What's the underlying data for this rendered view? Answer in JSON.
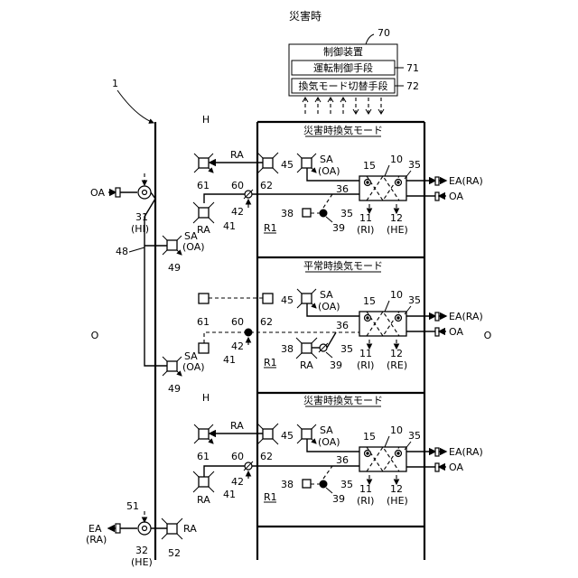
{
  "title": "災害時",
  "control": {
    "ref": "70",
    "name": "制御装置",
    "sub1": "運転制御手段",
    "sub1_ref": "71",
    "sub2": "換気モード切替手段",
    "sub2_ref": "72"
  },
  "building_ref": "1",
  "zone_h": "H",
  "zone_o": "O",
  "room": "R1",
  "mode_disaster": "災害時換気モード",
  "mode_normal": "平常時換気モード",
  "t": {
    "oa": "OA",
    "sa": "SA",
    "sa_oa": "(OA)",
    "ra": "RA",
    "ea_ra": "EA(RA)",
    "ea": "EA",
    "p_ra": "(RA)",
    "p_hi": "(HI)",
    "p_he": "(HE)",
    "p_ri": "(RI)",
    "p_re": "(RE)"
  },
  "n": {
    "n10": "10",
    "n11": "11",
    "n12": "12",
    "n15": "15",
    "n31": "31",
    "n32": "32",
    "n35": "35",
    "n36": "36",
    "n38": "38",
    "n39": "39",
    "n41": "41",
    "n42": "42",
    "n45": "45",
    "n48": "48",
    "n49": "49",
    "n51": "51",
    "n52": "52",
    "n60": "60",
    "n61": "61",
    "n62": "62"
  }
}
